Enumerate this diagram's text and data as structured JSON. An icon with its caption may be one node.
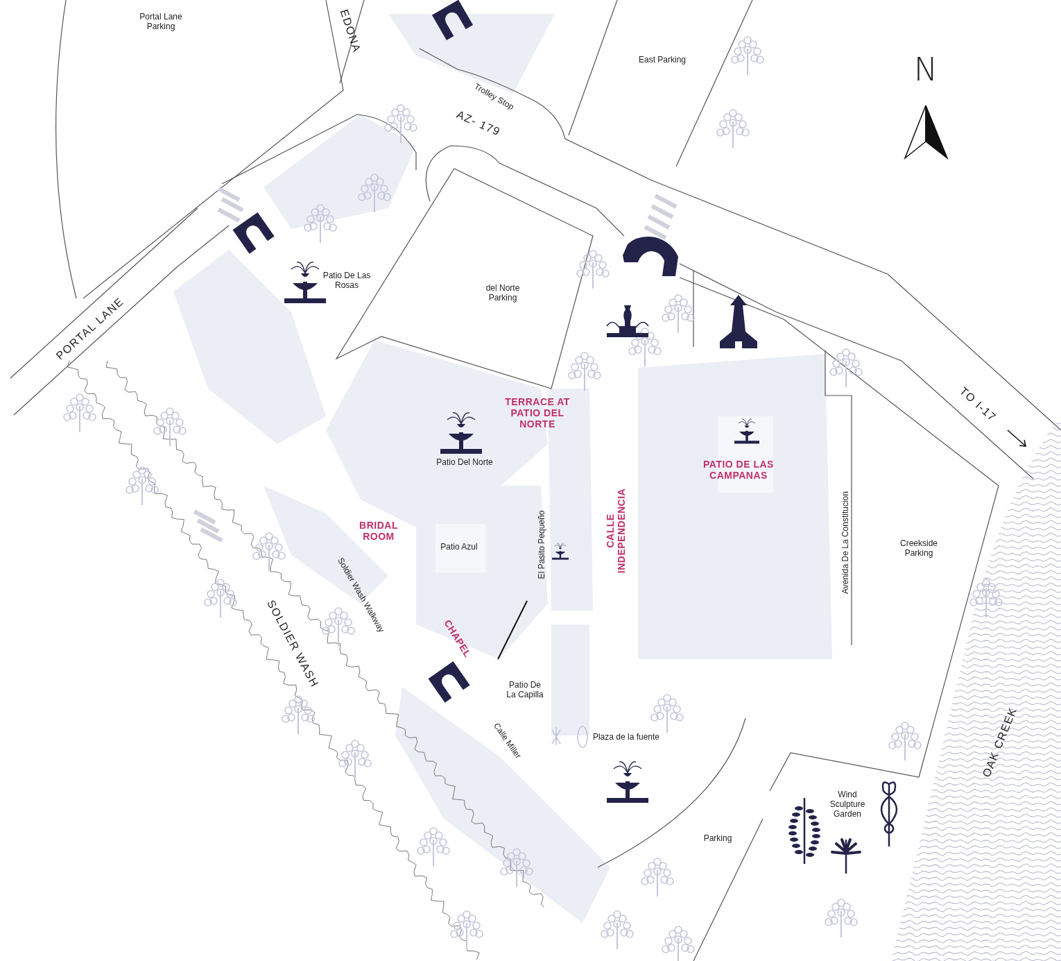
{
  "diagram": {
    "labels": [
      "Portal Lane Parking",
      "EDONA",
      "East Parking",
      "Trolley Stop",
      "AZ- 179",
      "N",
      "Patio De Las Rosas",
      "del Norte Parking",
      "PORTAL LANE",
      "TERRACE AT PATIO DEL NORTE",
      "TO I-17",
      "Patio Del Norte",
      "PATIO DE LAS CAMPANAS",
      "BRIDAL ROOM",
      "Patio Azul",
      "El Pasito Pequeño",
      "CALLE INDEPENDENCIA",
      "Avenida De La Constitucion",
      "Creekside Parking",
      "Soldier Wash Walkway",
      "SOLDIER WASH",
      "CHAPEL",
      "Patio De La Capilla",
      "OAK CREEK",
      "Calle Miller",
      "Plaza de la fuente",
      "Wind Sculpture Garden",
      "Parking"
    ]
  }
}
